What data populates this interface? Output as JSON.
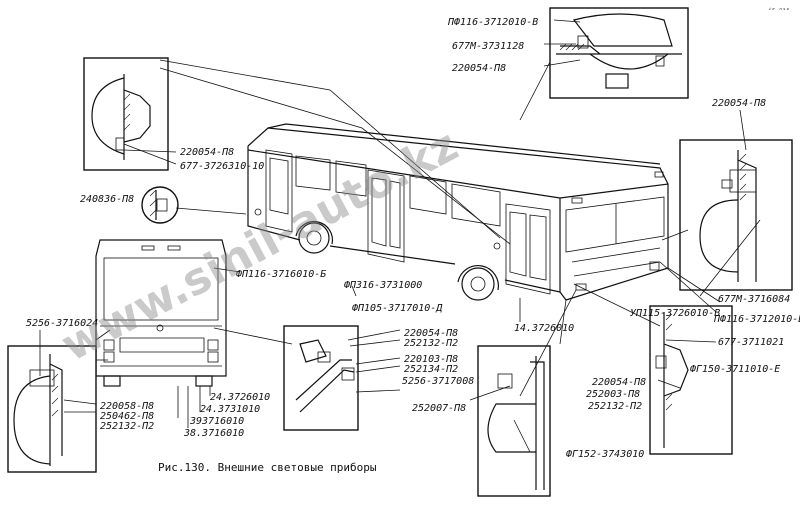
{
  "caption": "Рис.130. Внешние световые приборы",
  "watermark": "www.sinil-auto.kz",
  "corner_mark": "ⁱᵉ ⁿˢᵒ",
  "labels": {
    "top_lamp_1": "ПФ116-3712010-В",
    "top_lamp_2": "677М-3731128",
    "top_lamp_3": "220054-П8",
    "left_lamp_1": "220054-П8",
    "left_lamp_2": "677-3726310-10",
    "side_marker": "240836-П8",
    "fp116": "ФП116-3716010-Б",
    "fp316": "ФП316-3731000",
    "fp105": "ФП105-3717010-Д",
    "l_5256": "5256-3716024",
    "b_220054": "220054-П8",
    "b_252132": "252132-П2",
    "b_220103": "220103-П8",
    "b_252134": "252134-П2",
    "b_5256": "5256-3717008",
    "b_252007": "252007-П8",
    "ll_220058": "220058-П8",
    "ll_250462": "250462-П8",
    "ll_252132": "252132-П2",
    "r_24_1": "24.3726010",
    "r_24_2": "24.3731010",
    "r_39": "393716010",
    "r_38": "38.3716010",
    "rear_143": "14.3726010",
    "fg152": "ФГ152-3743010",
    "up115": "УП115-3726010-В",
    "rr_220054": "220054-П8",
    "rr_677m": "677М-3716084",
    "rr_pf116": "ПФ116-3712010-В",
    "rr_677": "677-3711021",
    "fg150": "ФГ150-3711010-Е",
    "lr_220054": "220054-П8",
    "lr_252003": "252003-П8",
    "lr_252132": "252132-П2"
  }
}
